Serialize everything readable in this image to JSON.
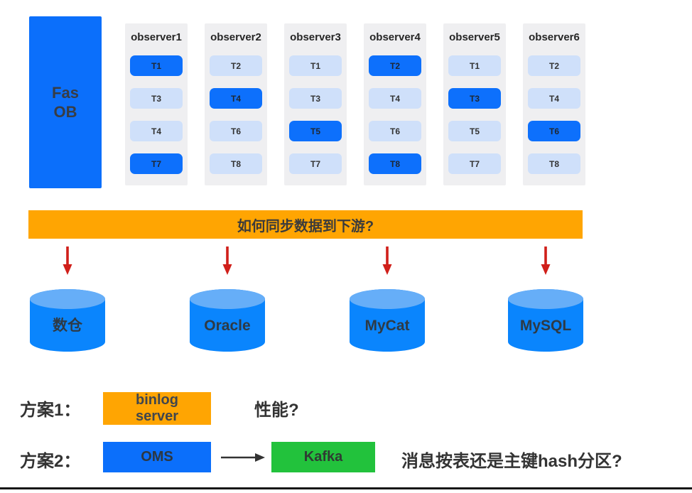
{
  "source": {
    "label": "Fas\nOB"
  },
  "observers": [
    {
      "name": "observer1",
      "tables": [
        {
          "label": "T1",
          "leader": true
        },
        {
          "label": "T3",
          "leader": false
        },
        {
          "label": "T4",
          "leader": false
        },
        {
          "label": "T7",
          "leader": true
        }
      ]
    },
    {
      "name": "observer2",
      "tables": [
        {
          "label": "T2",
          "leader": false
        },
        {
          "label": "T4",
          "leader": true
        },
        {
          "label": "T6",
          "leader": false
        },
        {
          "label": "T8",
          "leader": false
        }
      ]
    },
    {
      "name": "observer3",
      "tables": [
        {
          "label": "T1",
          "leader": false
        },
        {
          "label": "T3",
          "leader": false
        },
        {
          "label": "T5",
          "leader": true
        },
        {
          "label": "T7",
          "leader": false
        }
      ]
    },
    {
      "name": "observer4",
      "tables": [
        {
          "label": "T2",
          "leader": true
        },
        {
          "label": "T4",
          "leader": false
        },
        {
          "label": "T6",
          "leader": false
        },
        {
          "label": "T8",
          "leader": true
        }
      ]
    },
    {
      "name": "observer5",
      "tables": [
        {
          "label": "T1",
          "leader": false
        },
        {
          "label": "T3",
          "leader": true
        },
        {
          "label": "T5",
          "leader": false
        },
        {
          "label": "T7",
          "leader": false
        }
      ]
    },
    {
      "name": "observer6",
      "tables": [
        {
          "label": "T2",
          "leader": false
        },
        {
          "label": "T4",
          "leader": false
        },
        {
          "label": "T6",
          "leader": true
        },
        {
          "label": "T8",
          "leader": false
        }
      ]
    }
  ],
  "question_banner": {
    "text": "如何同步数据到下游?"
  },
  "downstream": [
    {
      "label": "数仓"
    },
    {
      "label": "Oracle"
    },
    {
      "label": "MyCat"
    },
    {
      "label": "MySQL"
    }
  ],
  "schemes": [
    {
      "label": "方案1：",
      "box": {
        "text": "binlog\nserver",
        "color": "#ffa502"
      },
      "note": "性能?"
    },
    {
      "label": "方案2：",
      "box": {
        "text": "OMS",
        "color": "#0b6ffb"
      },
      "arrow_to": {
        "text": "Kafka",
        "color": "#22c23c"
      },
      "note": "消息按表还是主键hash分区?"
    }
  ],
  "colors": {
    "primary_blue": "#0b6ffb",
    "table_leader": "#0d70fc",
    "table_normal": "#cfe0fa",
    "column_bg": "#efeff1",
    "orange": "#ffa502",
    "green": "#22c23c",
    "red_arrow": "#d01f1a",
    "flow_arrow": "#333333",
    "cylinder_body": "#0a85fd",
    "cylinder_top": "#66aef8"
  }
}
